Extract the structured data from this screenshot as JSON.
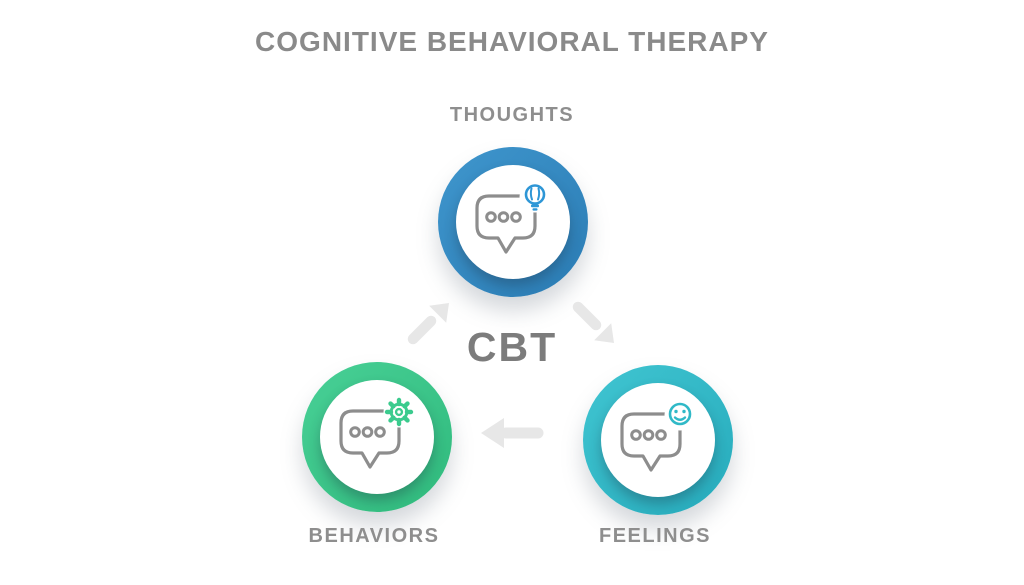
{
  "title": "COGNITIVE BEHAVIORAL THERAPY",
  "center_label": "CBT",
  "nodes": [
    {
      "id": "thoughts",
      "label": "THOUGHTS",
      "icon": "speech-bubble-lightbulb-icon",
      "ring_light": "#3f96cd",
      "ring_dark": "#2b7cb4",
      "accent": "#2e96d6"
    },
    {
      "id": "behaviors",
      "label": "BEHAVIORS",
      "icon": "speech-bubble-gear-icon",
      "ring_light": "#48d096",
      "ring_dark": "#30ba7d",
      "accent": "#3bcb8e"
    },
    {
      "id": "feelings",
      "label": "FEELINGS",
      "icon": "speech-bubble-smiley-icon",
      "ring_light": "#40c5d1",
      "ring_dark": "#27abbc",
      "accent": "#30b9c7"
    }
  ],
  "arrows": [
    {
      "from": "behaviors",
      "to": "thoughts",
      "direction": "up-right"
    },
    {
      "from": "thoughts",
      "to": "feelings",
      "direction": "down-right"
    },
    {
      "from": "feelings",
      "to": "behaviors",
      "direction": "left"
    }
  ],
  "colors": {
    "background": "#ffffff",
    "title_text": "#8a8a8a",
    "label_text": "#8e8e8e",
    "center_text": "#7c7c7c",
    "arrow": "#e7e7e7",
    "bubble_stroke": "#8d8d8d"
  }
}
